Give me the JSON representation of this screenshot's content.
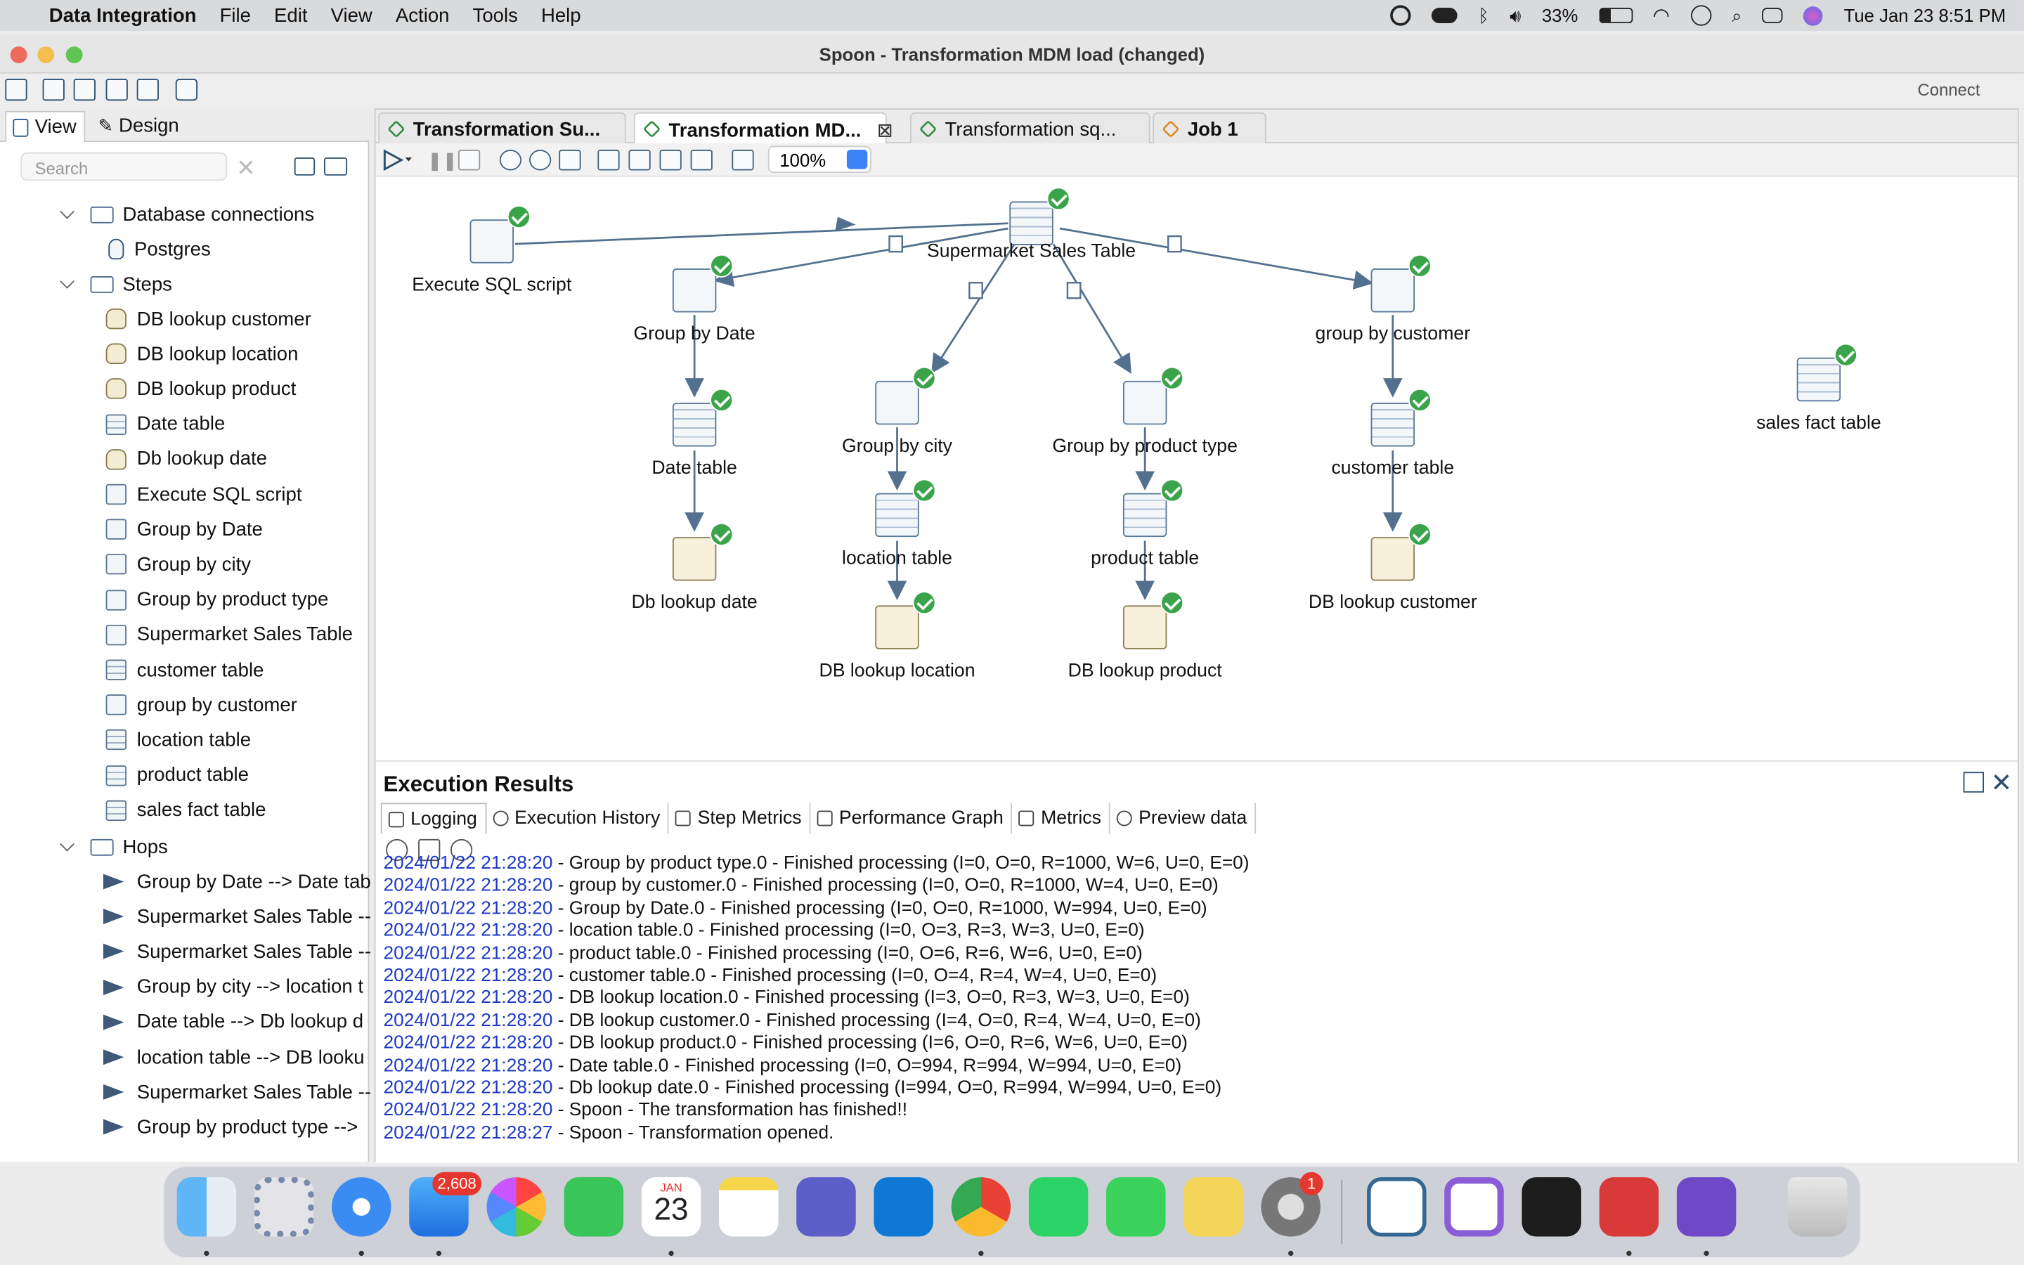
{
  "menubar": {
    "app_name": "Data Integration",
    "items": [
      "File",
      "Edit",
      "View",
      "Action",
      "Tools",
      "Help"
    ],
    "battery": "33%",
    "clock": "Tue Jan 23  8:51 PM"
  },
  "window": {
    "title": "Spoon - Transformation MDM load (changed)",
    "connect": "Connect"
  },
  "left_panel": {
    "tabs": [
      "View",
      "Design"
    ],
    "search_placeholder": "Search",
    "tree": {
      "db_connections": "Database connections",
      "postgres": "Postgres",
      "steps": "Steps",
      "step_items": [
        {
          "label": "DB lookup customer",
          "kind": "db"
        },
        {
          "label": "DB lookup location",
          "kind": "db"
        },
        {
          "label": "DB lookup product",
          "kind": "db"
        },
        {
          "label": "Date table",
          "kind": "grid"
        },
        {
          "label": "Db lookup date",
          "kind": "db"
        },
        {
          "label": "Execute SQL script",
          "kind": "sql"
        },
        {
          "label": "Group by Date",
          "kind": "group"
        },
        {
          "label": "Group by city",
          "kind": "group"
        },
        {
          "label": "Group by product type",
          "kind": "group"
        },
        {
          "label": "Supermarket Sales Table",
          "kind": "input"
        },
        {
          "label": "customer table",
          "kind": "grid"
        },
        {
          "label": "group by customer",
          "kind": "group"
        },
        {
          "label": "location table",
          "kind": "grid"
        },
        {
          "label": "product table",
          "kind": "grid"
        },
        {
          "label": "sales fact table",
          "kind": "grid"
        }
      ],
      "hops": "Hops",
      "hop_items": [
        "Group by Date --> Date tab",
        "Supermarket Sales Table --",
        "Supermarket Sales Table --",
        "Group by city --> location t",
        "Date table --> Db lookup d",
        "location table --> DB looku",
        "Supermarket Sales Table --",
        "Group by product type -->"
      ]
    }
  },
  "editor": {
    "tabs": [
      {
        "label": "Transformation Su...",
        "kind": "trans"
      },
      {
        "label": "Transformation MD...",
        "kind": "trans",
        "close": "⊠"
      },
      {
        "label": "Transformation sq...",
        "kind": "trans"
      },
      {
        "label": "Job 1",
        "kind": "job"
      }
    ],
    "zoom": "100%",
    "nodes": {
      "execute_sql": "Execute SQL script",
      "supermarket": "Supermarket Sales Table",
      "group_date": "Group by Date",
      "group_customer": "group by customer",
      "sales_fact": "sales fact table",
      "date_table": "Date table",
      "group_city": "Group by city",
      "group_product": "Group by product type",
      "customer_table": "customer table",
      "db_lookup_date": "Db lookup date",
      "location_table": "location table",
      "product_table": "product table",
      "db_lookup_customer": "DB lookup customer",
      "db_lookup_location": "DB lookup location",
      "db_lookup_product": "DB lookup product"
    }
  },
  "results": {
    "title": "Execution Results",
    "tabs": [
      "Logging",
      "Execution History",
      "Step Metrics",
      "Performance Graph",
      "Metrics",
      "Preview data"
    ],
    "log": [
      {
        "ts": "2024/01/22 21:28:20",
        "msg": " - Group by product type.0 - Finished processing (I=0, O=0, R=1000, W=6, U=0, E=0)"
      },
      {
        "ts": "2024/01/22 21:28:20",
        "msg": " - group by customer.0 - Finished processing (I=0, O=0, R=1000, W=4, U=0, E=0)"
      },
      {
        "ts": "2024/01/22 21:28:20",
        "msg": " - Group by Date.0 - Finished processing (I=0, O=0, R=1000, W=994, U=0, E=0)"
      },
      {
        "ts": "2024/01/22 21:28:20",
        "msg": " - location table.0 - Finished processing (I=0, O=3, R=3, W=3, U=0, E=0)"
      },
      {
        "ts": "2024/01/22 21:28:20",
        "msg": " - product table.0 - Finished processing (I=0, O=6, R=6, W=6, U=0, E=0)"
      },
      {
        "ts": "2024/01/22 21:28:20",
        "msg": " - customer table.0 - Finished processing (I=0, O=4, R=4, W=4, U=0, E=0)"
      },
      {
        "ts": "2024/01/22 21:28:20",
        "msg": " - DB lookup location.0 - Finished processing (I=3, O=0, R=3, W=3, U=0, E=0)"
      },
      {
        "ts": "2024/01/22 21:28:20",
        "msg": " - DB lookup customer.0 - Finished processing (I=4, O=0, R=4, W=4, U=0, E=0)"
      },
      {
        "ts": "2024/01/22 21:28:20",
        "msg": " - DB lookup product.0 - Finished processing (I=6, O=0, R=6, W=6, U=0, E=0)"
      },
      {
        "ts": "2024/01/22 21:28:20",
        "msg": " - Date table.0 - Finished processing (I=0, O=994, R=994, W=994, U=0, E=0)"
      },
      {
        "ts": "2024/01/22 21:28:20",
        "msg": " - Db lookup date.0 - Finished processing (I=994, O=0, R=994, W=994, U=0, E=0)"
      },
      {
        "ts": "2024/01/22 21:28:20",
        "msg": " - Spoon - The transformation has finished!!"
      },
      {
        "ts": "2024/01/22 21:28:27",
        "msg": " - Spoon - Transformation opened."
      }
    ]
  },
  "dock": {
    "mail_badge": "2,608",
    "calendar_month": "JAN",
    "calendar_day": "23",
    "settings_badge": "1"
  }
}
